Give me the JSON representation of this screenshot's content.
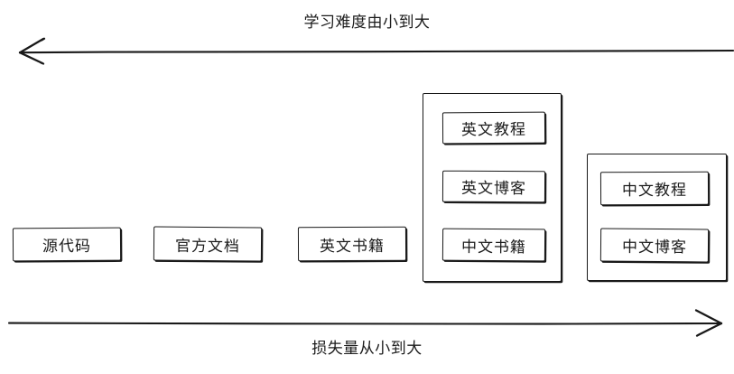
{
  "diagram": {
    "top_axis": {
      "label": "学习难度由小到大",
      "direction": "left",
      "icon": "left-arrow-icon"
    },
    "bottom_axis": {
      "label": "损失量从小到大",
      "direction": "right",
      "icon": "right-arrow-icon"
    },
    "stroke_color": "#191919",
    "background_color": "#ffffff",
    "nodes": [
      {
        "id": "source-code",
        "label": "源代码"
      },
      {
        "id": "official-docs",
        "label": "官方文档"
      },
      {
        "id": "english-books",
        "label": "英文书籍"
      }
    ],
    "groups": [
      {
        "id": "english-group",
        "items": [
          {
            "id": "english-tutorial",
            "label": "英文教程"
          },
          {
            "id": "english-blog",
            "label": "英文博客"
          },
          {
            "id": "chinese-books",
            "label": "中文书籍"
          }
        ]
      },
      {
        "id": "chinese-group",
        "items": [
          {
            "id": "chinese-tutorial",
            "label": "中文教程"
          },
          {
            "id": "chinese-blog",
            "label": "中文博客"
          }
        ]
      }
    ]
  }
}
